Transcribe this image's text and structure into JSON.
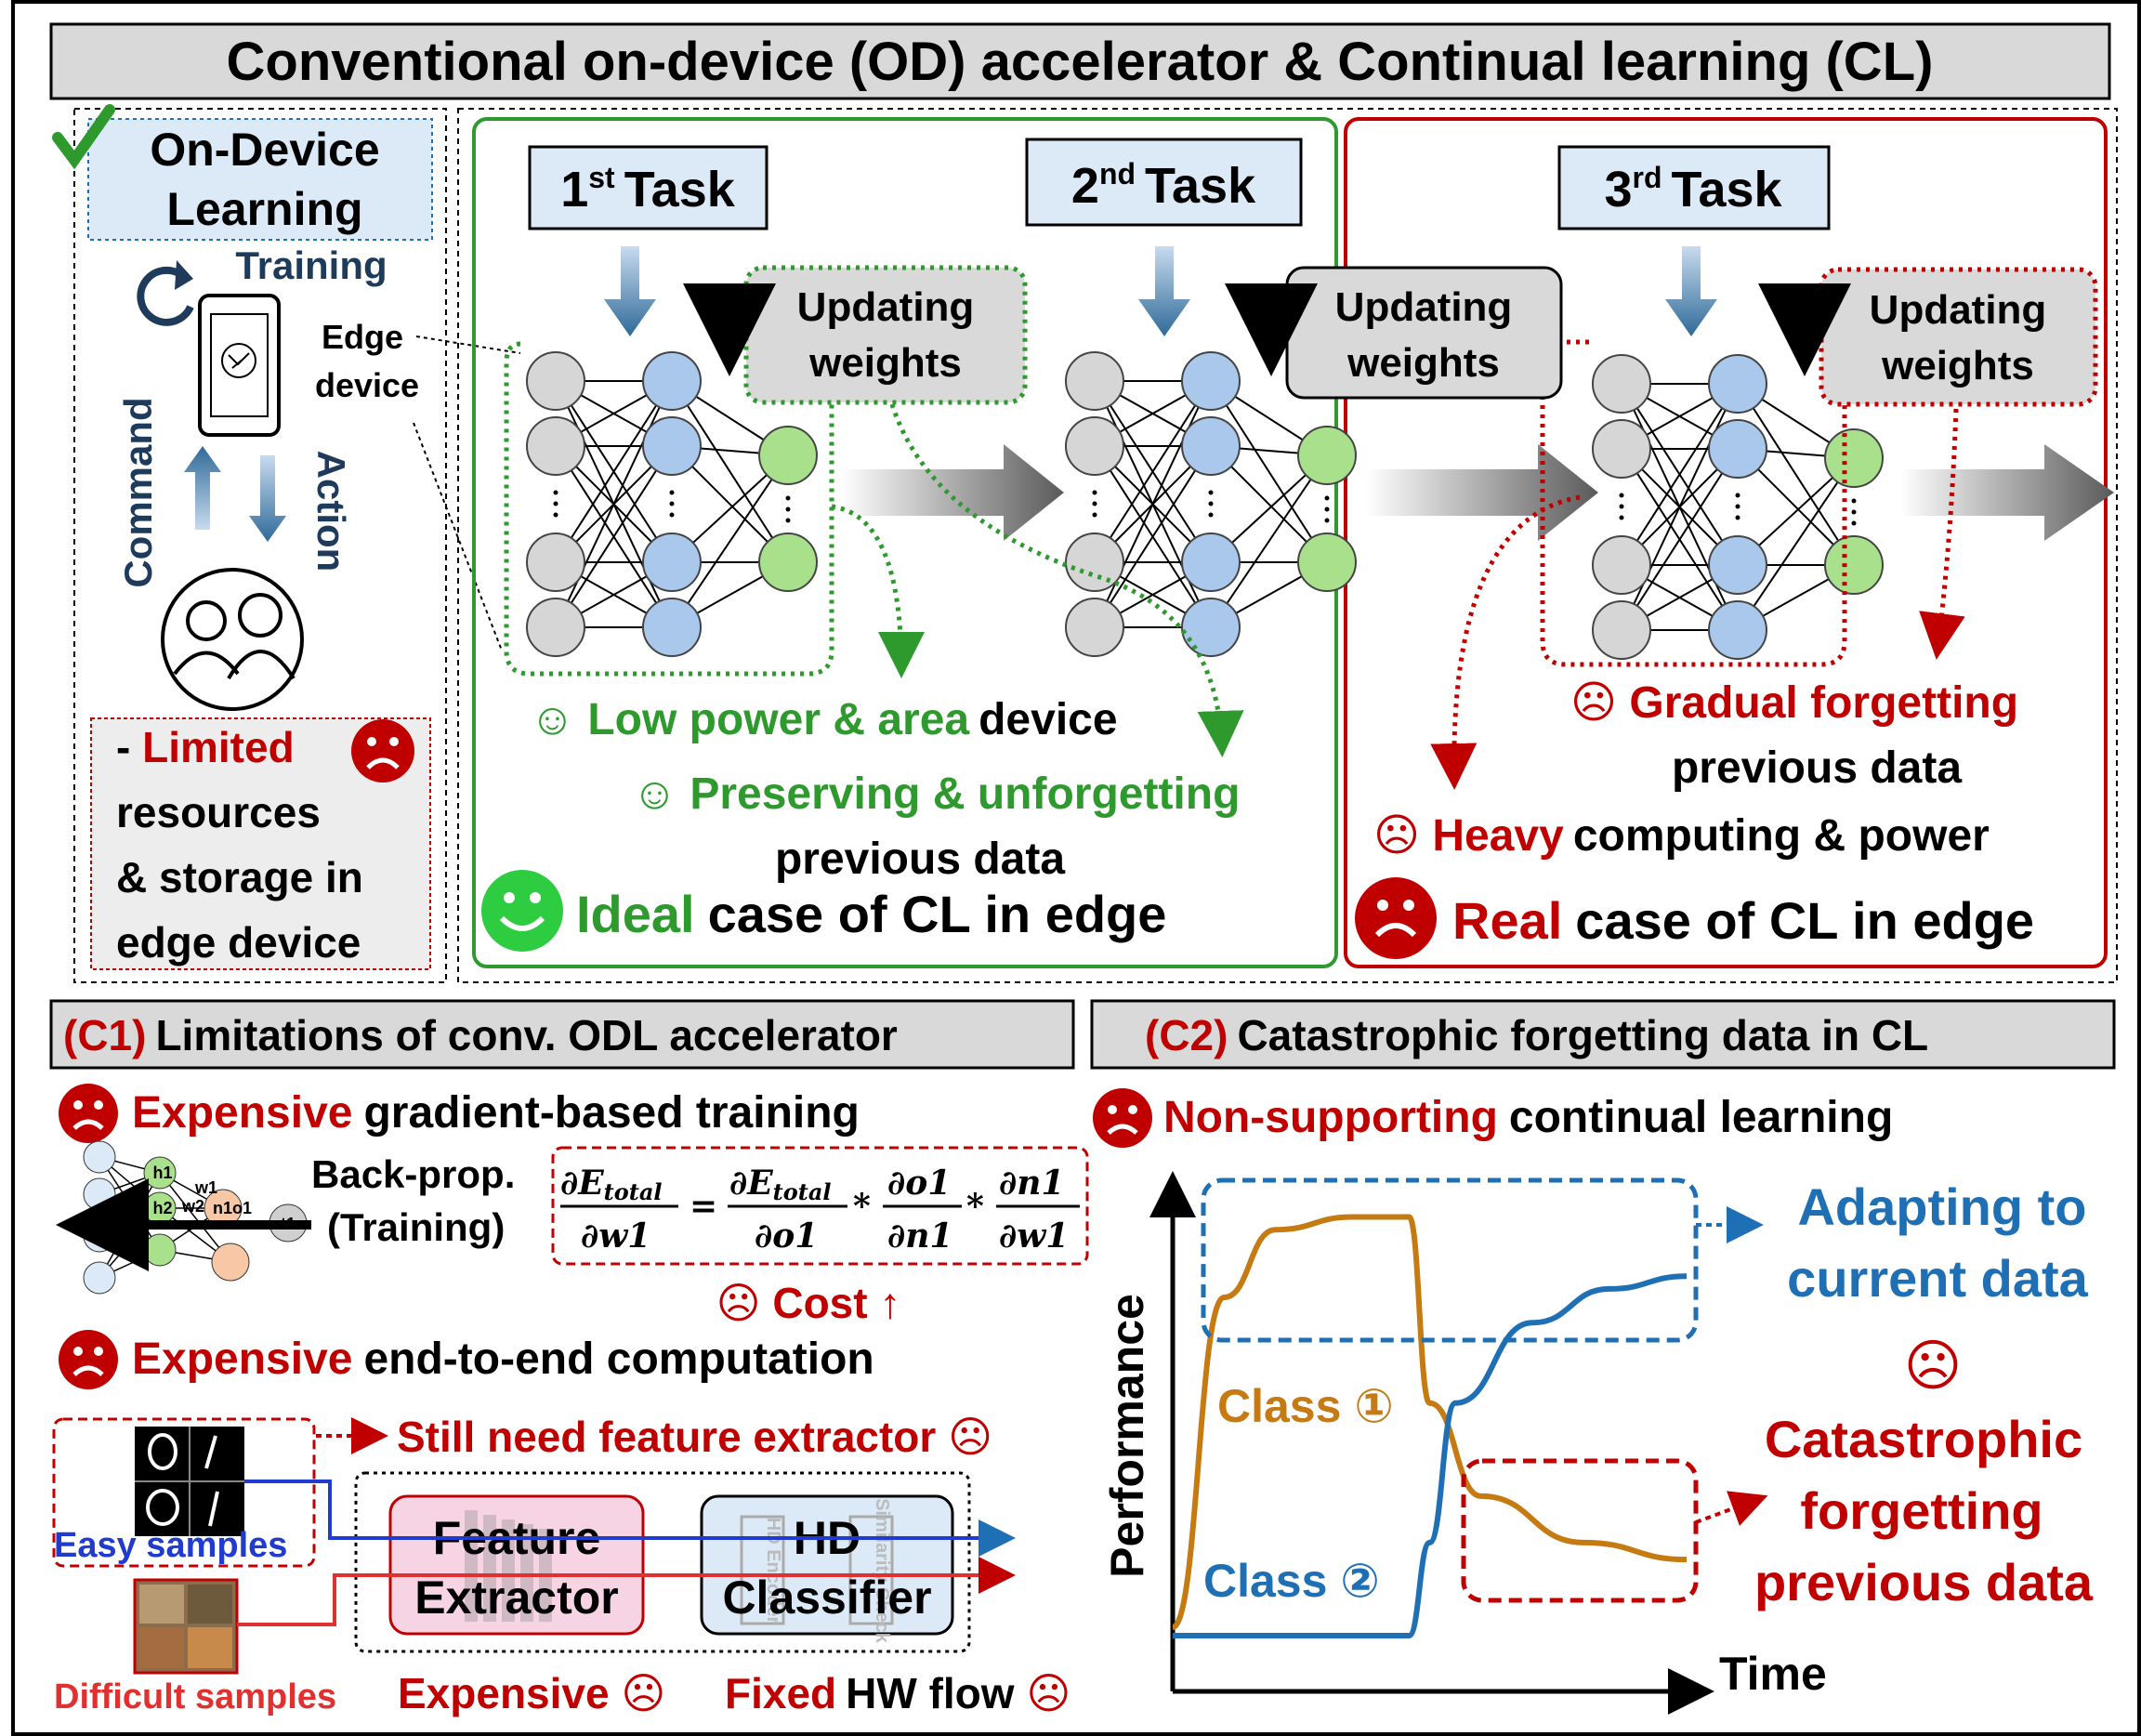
{
  "title": "Conventional on-device (OD) accelerator & Continual learning (CL)",
  "left_panel": {
    "odl_label_line1": "On-Device",
    "odl_label_line2": "Learning",
    "training": "Training",
    "edge_line1": "Edge",
    "edge_line2": "device",
    "command": "Command",
    "action": "Action",
    "limited_dash": "- ",
    "limited_word": "Limited",
    "limited_line2": "resources",
    "limited_line3": "& storage in",
    "limited_line4": "edge device"
  },
  "tasks": {
    "task1_num": "1",
    "task1_sup": "st",
    "task2_num": "2",
    "task2_sup": "nd",
    "task3_num": "3",
    "task3_sup": "rd",
    "task_word": "Task",
    "updating_line1": "Updating",
    "updating_line2": "weights"
  },
  "ideal": {
    "low_power_green": "Low power & area",
    "low_power_black": "device",
    "preserving_green": "Preserving & unforgetting",
    "preserving_black": "previous data",
    "ideal_green": "Ideal",
    "ideal_black": "case of CL in edge"
  },
  "real": {
    "gradual_red": "Gradual forgetting",
    "gradual_black": "previous data",
    "heavy_red": "Heavy",
    "heavy_black": "computing & power",
    "real_red": "Real",
    "real_black": "case of CL in edge"
  },
  "c1": {
    "header_tag": "(C1)",
    "header_text": "Limitations of conv. ODL accelerator",
    "expensive1_red": "Expensive",
    "expensive1_black": "gradient-based training",
    "backprop_line1": "Back-prop.",
    "backprop_line2": "(Training)",
    "node_h1": "h1",
    "node_h2": "h2",
    "node_w1": "w1",
    "node_w2": "w2",
    "node_n1o1": "n1o1",
    "node_t1": "t1",
    "cost": "☹ Cost ↑",
    "expensive2_red": "Expensive",
    "expensive2_black": "end-to-end computation",
    "still_need": "Still need feature extractor ☹",
    "easy_samples": "Easy samples",
    "difficult_samples": "Difficult samples",
    "fe_line1": "Feature",
    "fe_line2": "Extractor",
    "hd_line1": "HD",
    "hd_line2": "Classifier",
    "hd_encoder": "HD Encoder",
    "similarity_check": "Similarity Check",
    "expensive3_red": "Expensive",
    "fixed_red": "Fixed",
    "fixed_black": "HW flow"
  },
  "c2": {
    "header_tag": "(C2)",
    "header_text": "Catastrophic forgetting data in CL",
    "nonsupport_red": "Non-supporting",
    "nonsupport_black": "continual learning",
    "ylabel": "Performance",
    "xlabel": "Time",
    "class1": "Class ①",
    "class2": "Class ②",
    "adapting_line1": "Adapting to",
    "adapting_line2": "current data",
    "frown": "☹",
    "cat_line1": "Catastrophic",
    "cat_line2": "forgetting",
    "cat_line3": "previous data"
  },
  "colors": {
    "green": "#2e9a2e",
    "red": "#c00000",
    "blue": "#1f6fb5",
    "navy": "#1f3b5c",
    "orange": "#c67a12",
    "header_gray": "#d9d9d9",
    "task_blue": "#dce9f7",
    "node_gray": "#d6d6d6",
    "node_blue": "#a9c8ec",
    "node_green": "#a8e08c"
  },
  "chart_data": {
    "type": "line",
    "title": "",
    "xlabel": "Time",
    "ylabel": "Performance",
    "axis_ticks": "none (qualitative)",
    "series": [
      {
        "name": "Class ①",
        "x": [
          0,
          0.1,
          0.2,
          0.35,
          0.46,
          0.5,
          0.6,
          0.8,
          1.0
        ],
        "y": [
          0.02,
          0.8,
          0.96,
          0.99,
          0.99,
          0.55,
          0.33,
          0.22,
          0.18
        ]
      },
      {
        "name": "Class ②",
        "x": [
          0,
          0.2,
          0.46,
          0.5,
          0.55,
          0.7,
          0.85,
          1.0
        ],
        "y": [
          0.0,
          0.0,
          0.0,
          0.22,
          0.55,
          0.74,
          0.82,
          0.85
        ]
      }
    ]
  }
}
